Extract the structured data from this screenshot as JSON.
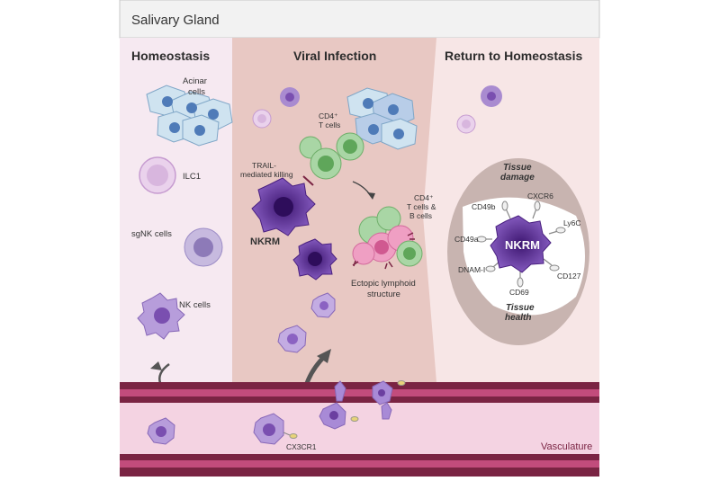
{
  "title": "Salivary Gland",
  "panels": {
    "homeostasis": "Homeostasis",
    "infection": "Viral Infection",
    "return": "Return to Homeostasis"
  },
  "labels": {
    "acinar_1": "Acinar",
    "acinar_2": "cells",
    "ilc1": "ILC1",
    "sgnk": "sgNK cells",
    "nk": "NK cells",
    "cd4_1": "CD4⁺",
    "cd4_2": "T cells",
    "trail_1": "TRAIL-",
    "trail_2": "mediated killing",
    "nkrm": "NKRM",
    "cd4tb_1": "CD4⁺",
    "cd4tb_2": "T cells &",
    "cd4tb_3": "B cells",
    "ectopic_1": "Ectopic lymphoid",
    "ectopic_2": "structure",
    "cx3cr1": "CX3CR1",
    "vasculature": "Vasculature"
  },
  "return_panel": {
    "tissue_damage_1": "Tissue",
    "tissue_damage_2": "damage",
    "tissue_health_1": "Tissue",
    "tissue_health_2": "health",
    "center": "NKRM",
    "markers": [
      "CD49b",
      "CXCR6",
      "Ly6C",
      "CD49a",
      "DNAM-I",
      "CD69",
      "CD127"
    ]
  },
  "colors": {
    "homeostasis_bg": "#f6e9f1",
    "infection_bg": "#e8c8c3",
    "return_bg": "#f7e6e6",
    "vessel_dark": "#7a2443",
    "vessel_light": "#f4d3e2",
    "nk_purple": "#a98bd0",
    "nkrm_purple": "#6b3fa0",
    "tcell_green": "#9fd49a",
    "bcell_pink": "#e58fb5"
  }
}
